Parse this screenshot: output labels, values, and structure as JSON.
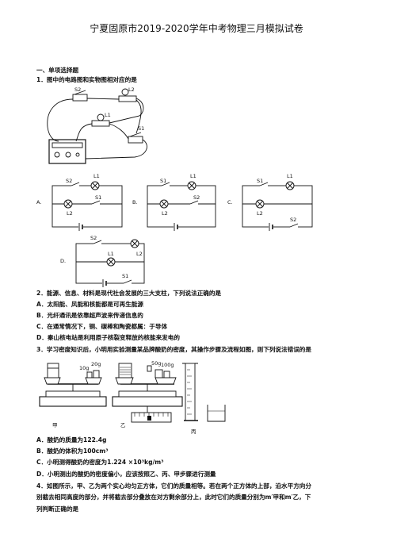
{
  "title": "宁夏固原市2019-2020学年中考物理三月模拟试卷",
  "section1": "一、单项选择题",
  "q1": {
    "stem": "1．图中的电路图和实物图相对应的是",
    "photo_labels": {
      "s2": "S2",
      "l2": "L2",
      "l1": "L1",
      "s1": "S1"
    },
    "option_letters": {
      "a": "A.",
      "b": "B.",
      "c": "C.",
      "d": "D."
    },
    "circuit_labels": {
      "s1": "S1",
      "s2": "S2",
      "l1": "L1",
      "l2": "L2"
    }
  },
  "q2": {
    "stem": "2．能源、信息、材料是现代社会发展的三大支柱，下列说法正确的是",
    "options": [
      "A．太阳能、风能和核能都是可再生能源",
      "B．光纤通讯是依靠超声波来传递信息的",
      "C．在通常情况下，铜、碳棒和陶瓷都属：于导体",
      "D．秦山核电站是利用原子核裂变释放的核能来发电的"
    ]
  },
  "q3": {
    "stem": "3．学习密度知识后，小明用实验测量某品牌酸奶的密度，其操作步骤及流程如图，则下列说法错误的是",
    "figure_labels": {
      "jia": "甲",
      "yi": "乙",
      "bing": "丙",
      "w1": "10g",
      "w2": "20g",
      "w3": "100g",
      "w4": "50g"
    },
    "options": [
      "A．酸奶的质量为122.4g",
      "B．酸奶的体积为100cm³",
      "C．小明测得酸奶的密度为1.224 ×10³kg/m³",
      "D．小明测出的酸奶的密度偏小，应该按照乙、丙、甲步骤进行测量"
    ]
  },
  "q4": {
    "stem_lines": [
      "4．如图所示，甲、乙为两个实心均匀正方体，它们的质量相等。若在两个正方体的上部，沿水平方向分",
      "别截去相同高度的部分，并将截去部分叠放在对方剩余部分上，此时它们的质量分别为m′甲和m′乙，下",
      "列判断正确的是"
    ]
  }
}
